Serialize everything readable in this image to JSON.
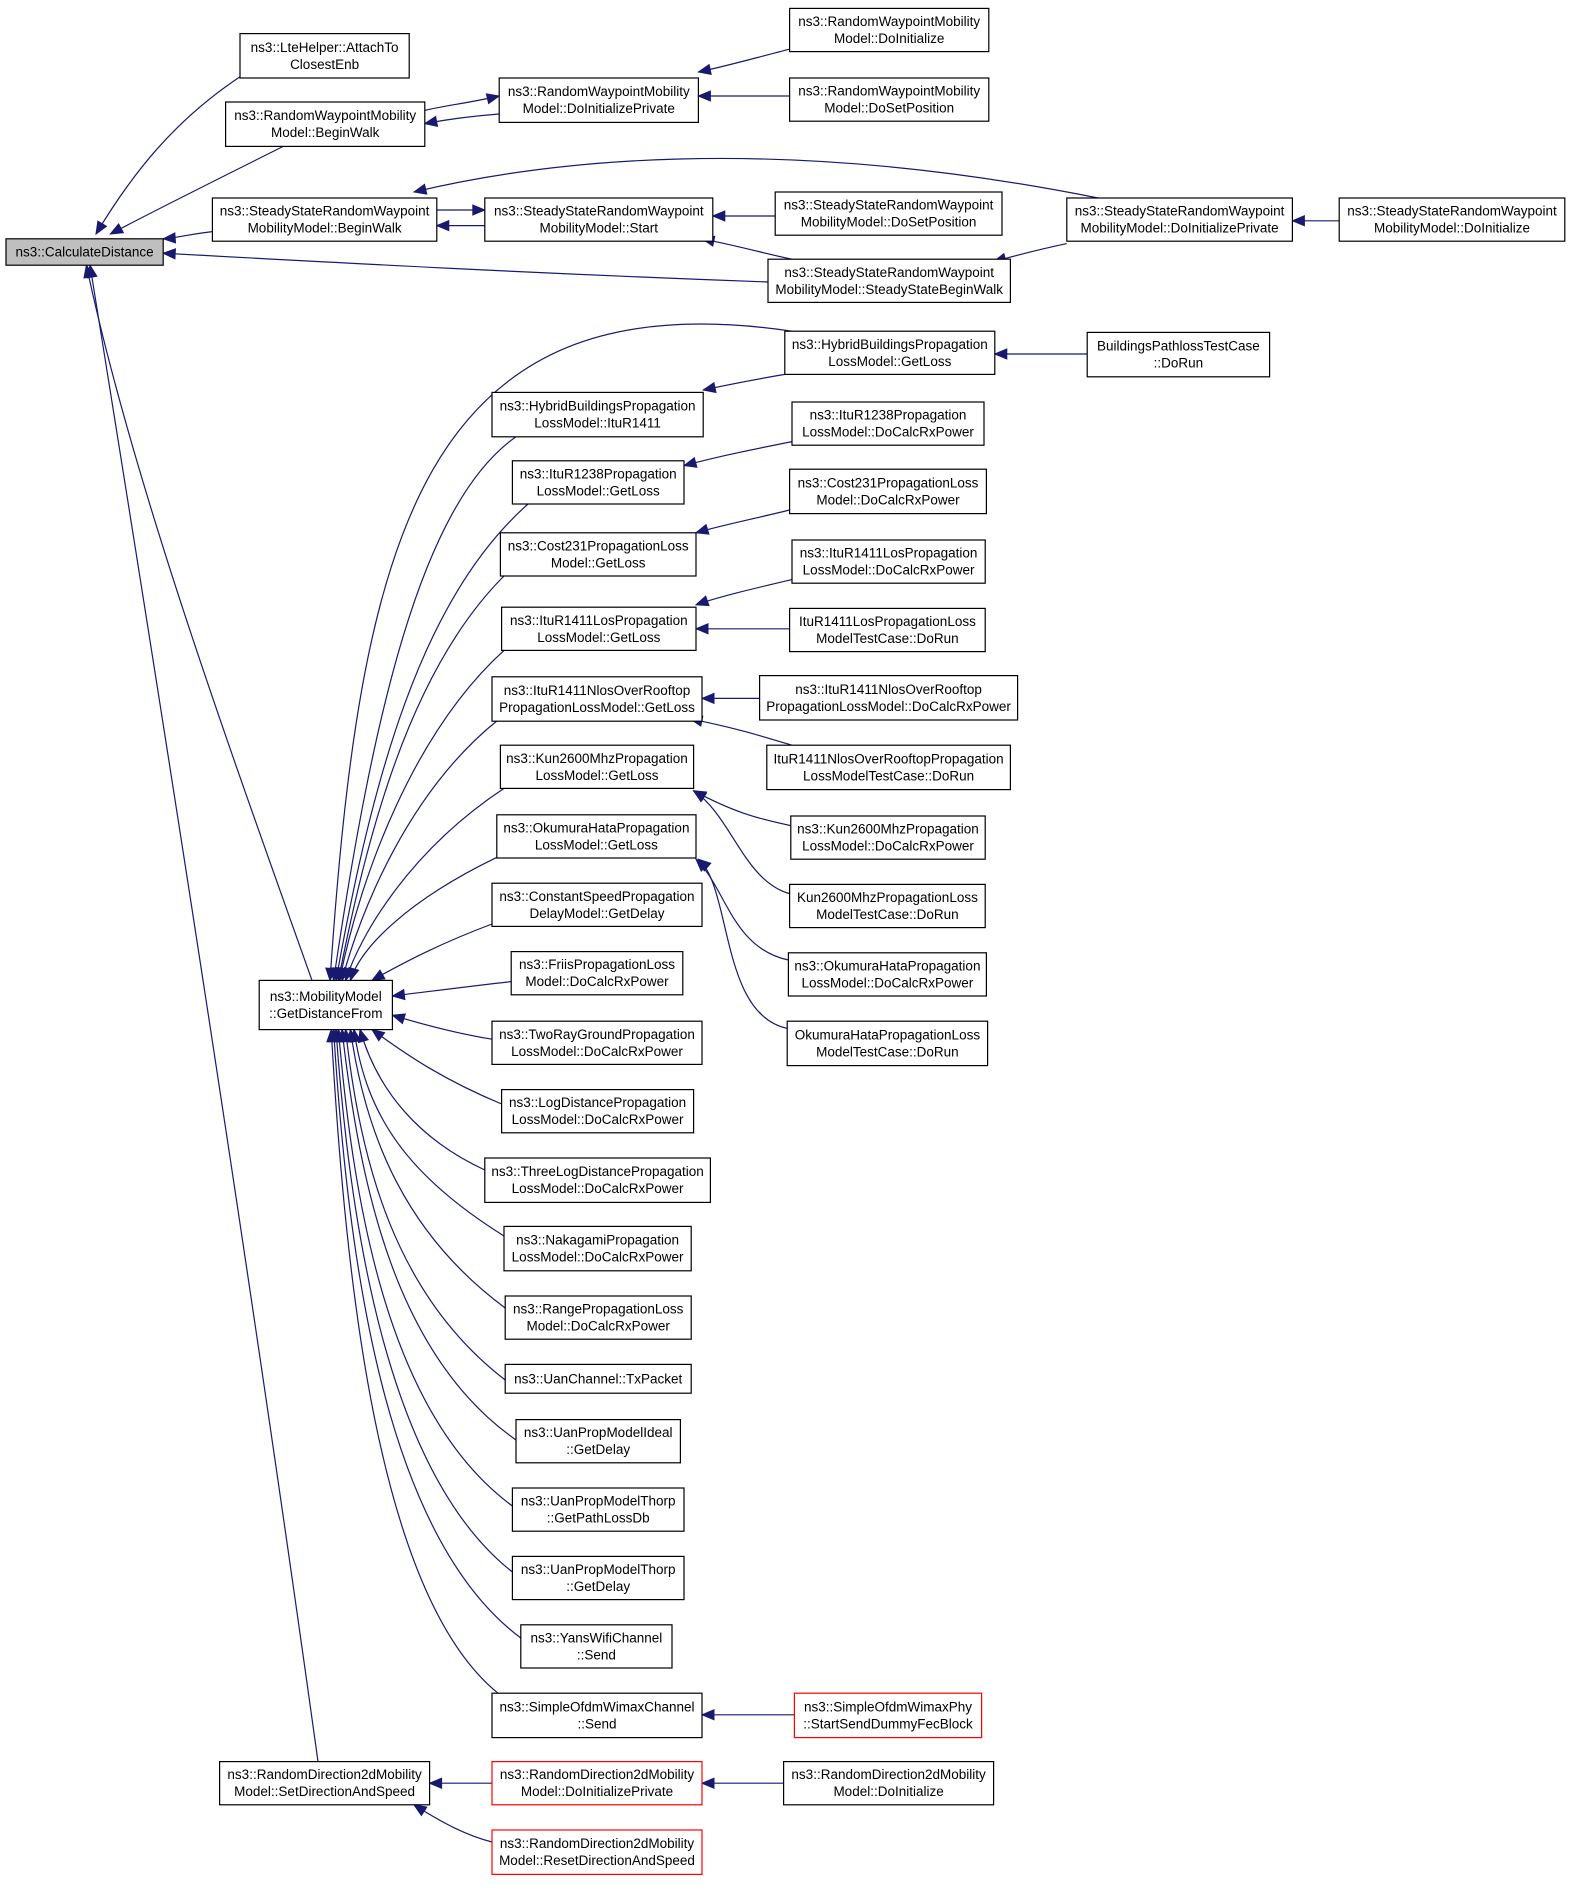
{
  "graph": {
    "colors": {
      "edge": "#191970",
      "border": "#000000",
      "highlight_border": "#ff0000",
      "root_fill": "#bfbfbf",
      "node_fill": "#ffffff"
    },
    "nodes": [
      {
        "id": "root",
        "lines": [
          "ns3::CalculateDistance"
        ],
        "style": "root"
      },
      {
        "id": "lte",
        "lines": [
          "ns3::LteHelper::AttachTo",
          "ClosestEnb"
        ]
      },
      {
        "id": "rwBegin",
        "lines": [
          "ns3::RandomWaypointMobility",
          "Model::BeginWalk"
        ]
      },
      {
        "id": "rwPriv",
        "lines": [
          "ns3::RandomWaypointMobility",
          "Model::DoInitializePrivate"
        ]
      },
      {
        "id": "rwInit",
        "lines": [
          "ns3::RandomWaypointMobility",
          "Model::DoInitialize"
        ]
      },
      {
        "id": "rwSetPos",
        "lines": [
          "ns3::RandomWaypointMobility",
          "Model::DoSetPosition"
        ]
      },
      {
        "id": "ssBegin",
        "lines": [
          "ns3::SteadyStateRandomWaypoint",
          "MobilityModel::BeginWalk"
        ]
      },
      {
        "id": "ssStart",
        "lines": [
          "ns3::SteadyStateRandomWaypoint",
          "MobilityModel::Start"
        ]
      },
      {
        "id": "ssSetPos",
        "lines": [
          "ns3::SteadyStateRandomWaypoint",
          "MobilityModel::DoSetPosition"
        ]
      },
      {
        "id": "ssSteady",
        "lines": [
          "ns3::SteadyStateRandomWaypoint",
          "MobilityModel::SteadyStateBeginWalk"
        ]
      },
      {
        "id": "ssPriv",
        "lines": [
          "ns3::SteadyStateRandomWaypoint",
          "MobilityModel::DoInitializePrivate"
        ]
      },
      {
        "id": "ssInit",
        "lines": [
          "ns3::SteadyStateRandomWaypoint",
          "MobilityModel::DoInitialize"
        ]
      },
      {
        "id": "gdf",
        "lines": [
          "ns3::MobilityModel",
          "::GetDistanceFrom"
        ]
      },
      {
        "id": "hbGetLoss",
        "lines": [
          "ns3::HybridBuildingsPropagation",
          "LossModel::GetLoss"
        ]
      },
      {
        "id": "bpDoRun",
        "lines": [
          "BuildingsPathlossTestCase",
          "::DoRun"
        ]
      },
      {
        "id": "hbItu",
        "lines": [
          "ns3::HybridBuildingsPropagation",
          "LossModel::ItuR1411"
        ]
      },
      {
        "id": "i1238Calc",
        "lines": [
          "ns3::ItuR1238Propagation",
          "LossModel::DoCalcRxPower"
        ]
      },
      {
        "id": "i1238Get",
        "lines": [
          "ns3::ItuR1238Propagation",
          "LossModel::GetLoss"
        ]
      },
      {
        "id": "c231Calc",
        "lines": [
          "ns3::Cost231PropagationLoss",
          "Model::DoCalcRxPower"
        ]
      },
      {
        "id": "c231Get",
        "lines": [
          "ns3::Cost231PropagationLoss",
          "Model::GetLoss"
        ]
      },
      {
        "id": "losCalc",
        "lines": [
          "ns3::ItuR1411LosPropagation",
          "LossModel::DoCalcRxPower"
        ]
      },
      {
        "id": "losGet",
        "lines": [
          "ns3::ItuR1411LosPropagation",
          "LossModel::GetLoss"
        ]
      },
      {
        "id": "losTest",
        "lines": [
          "ItuR1411LosPropagationLoss",
          "ModelTestCase::DoRun"
        ]
      },
      {
        "id": "nlosGet",
        "lines": [
          "ns3::ItuR1411NlosOverRooftop",
          "PropagationLossModel::GetLoss"
        ]
      },
      {
        "id": "nlosCalc",
        "lines": [
          "ns3::ItuR1411NlosOverRooftop",
          "PropagationLossModel::DoCalcRxPower"
        ]
      },
      {
        "id": "nlosTest",
        "lines": [
          "ItuR1411NlosOverRooftopPropagation",
          "LossModelTestCase::DoRun"
        ]
      },
      {
        "id": "kunGet",
        "lines": [
          "ns3::Kun2600MhzPropagation",
          "LossModel::GetLoss"
        ]
      },
      {
        "id": "kunCalc",
        "lines": [
          "ns3::Kun2600MhzPropagation",
          "LossModel::DoCalcRxPower"
        ]
      },
      {
        "id": "kunTest",
        "lines": [
          "Kun2600MhzPropagationLoss",
          "ModelTestCase::DoRun"
        ]
      },
      {
        "id": "ohGet",
        "lines": [
          "ns3::OkumuraHataPropagation",
          "LossModel::GetLoss"
        ]
      },
      {
        "id": "ohCalc",
        "lines": [
          "ns3::OkumuraHataPropagation",
          "LossModel::DoCalcRxPower"
        ]
      },
      {
        "id": "ohTest",
        "lines": [
          "OkumuraHataPropagationLoss",
          "ModelTestCase::DoRun"
        ]
      },
      {
        "id": "csDelay",
        "lines": [
          "ns3::ConstantSpeedPropagation",
          "DelayModel::GetDelay"
        ]
      },
      {
        "id": "friis",
        "lines": [
          "ns3::FriisPropagationLoss",
          "Model::DoCalcRxPower"
        ]
      },
      {
        "id": "tworay",
        "lines": [
          "ns3::TwoRayGroundPropagation",
          "LossModel::DoCalcRxPower"
        ]
      },
      {
        "id": "logdist",
        "lines": [
          "ns3::LogDistancePropagation",
          "LossModel::DoCalcRxPower"
        ]
      },
      {
        "id": "threelog",
        "lines": [
          "ns3::ThreeLogDistancePropagation",
          "LossModel::DoCalcRxPower"
        ]
      },
      {
        "id": "nakagami",
        "lines": [
          "ns3::NakagamiPropagation",
          "LossModel::DoCalcRxPower"
        ]
      },
      {
        "id": "range",
        "lines": [
          "ns3::RangePropagationLoss",
          "Model::DoCalcRxPower"
        ]
      },
      {
        "id": "uanTx",
        "lines": [
          "ns3::UanChannel::TxPacket"
        ]
      },
      {
        "id": "uanIdeal",
        "lines": [
          "ns3::UanPropModelIdeal",
          "::GetDelay"
        ]
      },
      {
        "id": "uanThorpLoss",
        "lines": [
          "ns3::UanPropModelThorp",
          "::GetPathLossDb"
        ]
      },
      {
        "id": "uanThorpDelay",
        "lines": [
          "ns3::UanPropModelThorp",
          "::GetDelay"
        ]
      },
      {
        "id": "yans",
        "lines": [
          "ns3::YansWifiChannel",
          "::Send"
        ]
      },
      {
        "id": "ofdmSend",
        "lines": [
          "ns3::SimpleOfdmWimaxChannel",
          "::Send"
        ]
      },
      {
        "id": "ofdmPhy",
        "lines": [
          "ns3::SimpleOfdmWimaxPhy",
          "::StartSendDummyFecBlock"
        ],
        "style": "red"
      },
      {
        "id": "rd2Set",
        "lines": [
          "ns3::RandomDirection2dMobility",
          "Model::SetDirectionAndSpeed"
        ]
      },
      {
        "id": "rd2Priv",
        "lines": [
          "ns3::RandomDirection2dMobility",
          "Model::DoInitializePrivate"
        ],
        "style": "red"
      },
      {
        "id": "rd2Init",
        "lines": [
          "ns3::RandomDirection2dMobility",
          "Model::DoInitialize"
        ]
      },
      {
        "id": "rd2Reset",
        "lines": [
          "ns3::RandomDirection2dMobility",
          "Model::ResetDirectionAndSpeed"
        ],
        "style": "red"
      }
    ]
  }
}
